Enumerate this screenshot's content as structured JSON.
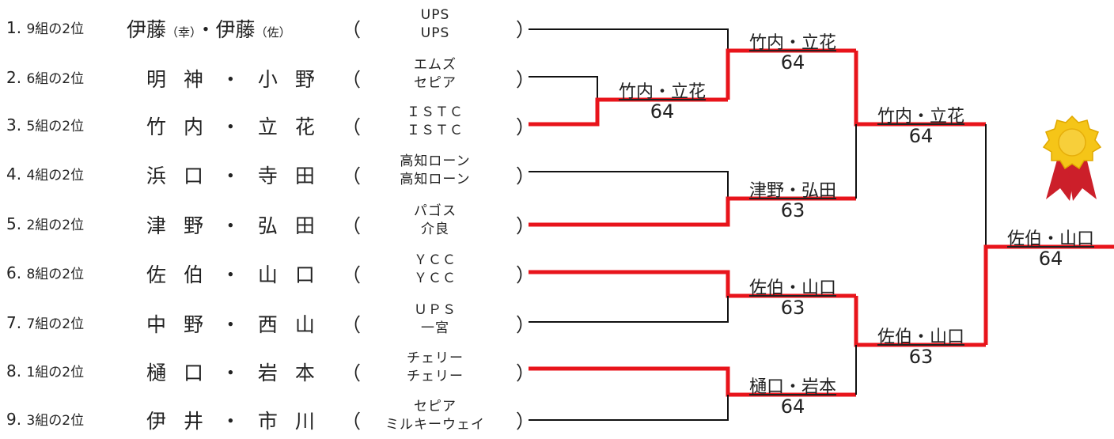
{
  "entries": [
    {
      "num": "1.",
      "seed": "9組の2位",
      "p1": "伊藤",
      "p1_note": "（幸）",
      "dot": "・",
      "p2": "伊藤",
      "p2_note": "（佐）",
      "club1": "UPS",
      "club2": "UPS"
    },
    {
      "num": "2.",
      "seed": "6組の2位",
      "p1": "明 神",
      "dot": "・",
      "p2": "小 野",
      "club1": "エムズ",
      "club2": "セピア"
    },
    {
      "num": "3.",
      "seed": "5組の2位",
      "p1": "竹 内",
      "dot": "・",
      "p2": "立 花",
      "club1": "ＩＳＴＣ",
      "club2": "ＩＳＴＣ"
    },
    {
      "num": "4.",
      "seed": "4組の2位",
      "p1": "浜 口",
      "dot": "・",
      "p2": "寺 田",
      "club1": "高知ローン",
      "club2": "高知ローン"
    },
    {
      "num": "5.",
      "seed": "2組の2位",
      "p1": "津 野",
      "dot": "・",
      "p2": "弘 田",
      "club1": "パゴス",
      "club2": "介良"
    },
    {
      "num": "6.",
      "seed": "8組の2位",
      "p1": "佐 伯",
      "dot": "・",
      "p2": "山 口",
      "club1": "ＹＣＣ",
      "club2": "ＹＣＣ"
    },
    {
      "num": "7.",
      "seed": "7組の2位",
      "p1": "中 野",
      "dot": "・",
      "p2": "西 山",
      "club1": "ＵＰＳ",
      "club2": "一宮"
    },
    {
      "num": "8.",
      "seed": "1組の2位",
      "p1": "樋 口",
      "dot": "・",
      "p2": "岩 本",
      "club1": "チェリー",
      "club2": "チェリー"
    },
    {
      "num": "9.",
      "seed": "3組の2位",
      "p1": "伊 井",
      "dot": "・",
      "p2": "市 川",
      "club1": "セピア",
      "club2": "ミルキーウェイ"
    }
  ],
  "paren_open": "（",
  "paren_close": "）",
  "results": {
    "r0": {
      "pair": "竹内・立花",
      "score": "64"
    },
    "r1a": {
      "pair": "竹内・立花",
      "score": "64"
    },
    "r1b": {
      "pair": "津野・弘田",
      "score": "63"
    },
    "r1c": {
      "pair": "佐伯・山口",
      "score": "63"
    },
    "r1d": {
      "pair": "樋口・岩本",
      "score": "64"
    },
    "r2a": {
      "pair": "竹内・立花",
      "score": "64"
    },
    "r2b": {
      "pair": "佐伯・山口",
      "score": "63"
    },
    "final": {
      "pair": "佐伯・山口",
      "score": "64"
    }
  },
  "colors": {
    "win_line": "#e8141b",
    "line": "#111111",
    "medal_gold": "#f5c518",
    "ribbon": "#cc1f2a"
  },
  "icon": "award-medal-icon"
}
